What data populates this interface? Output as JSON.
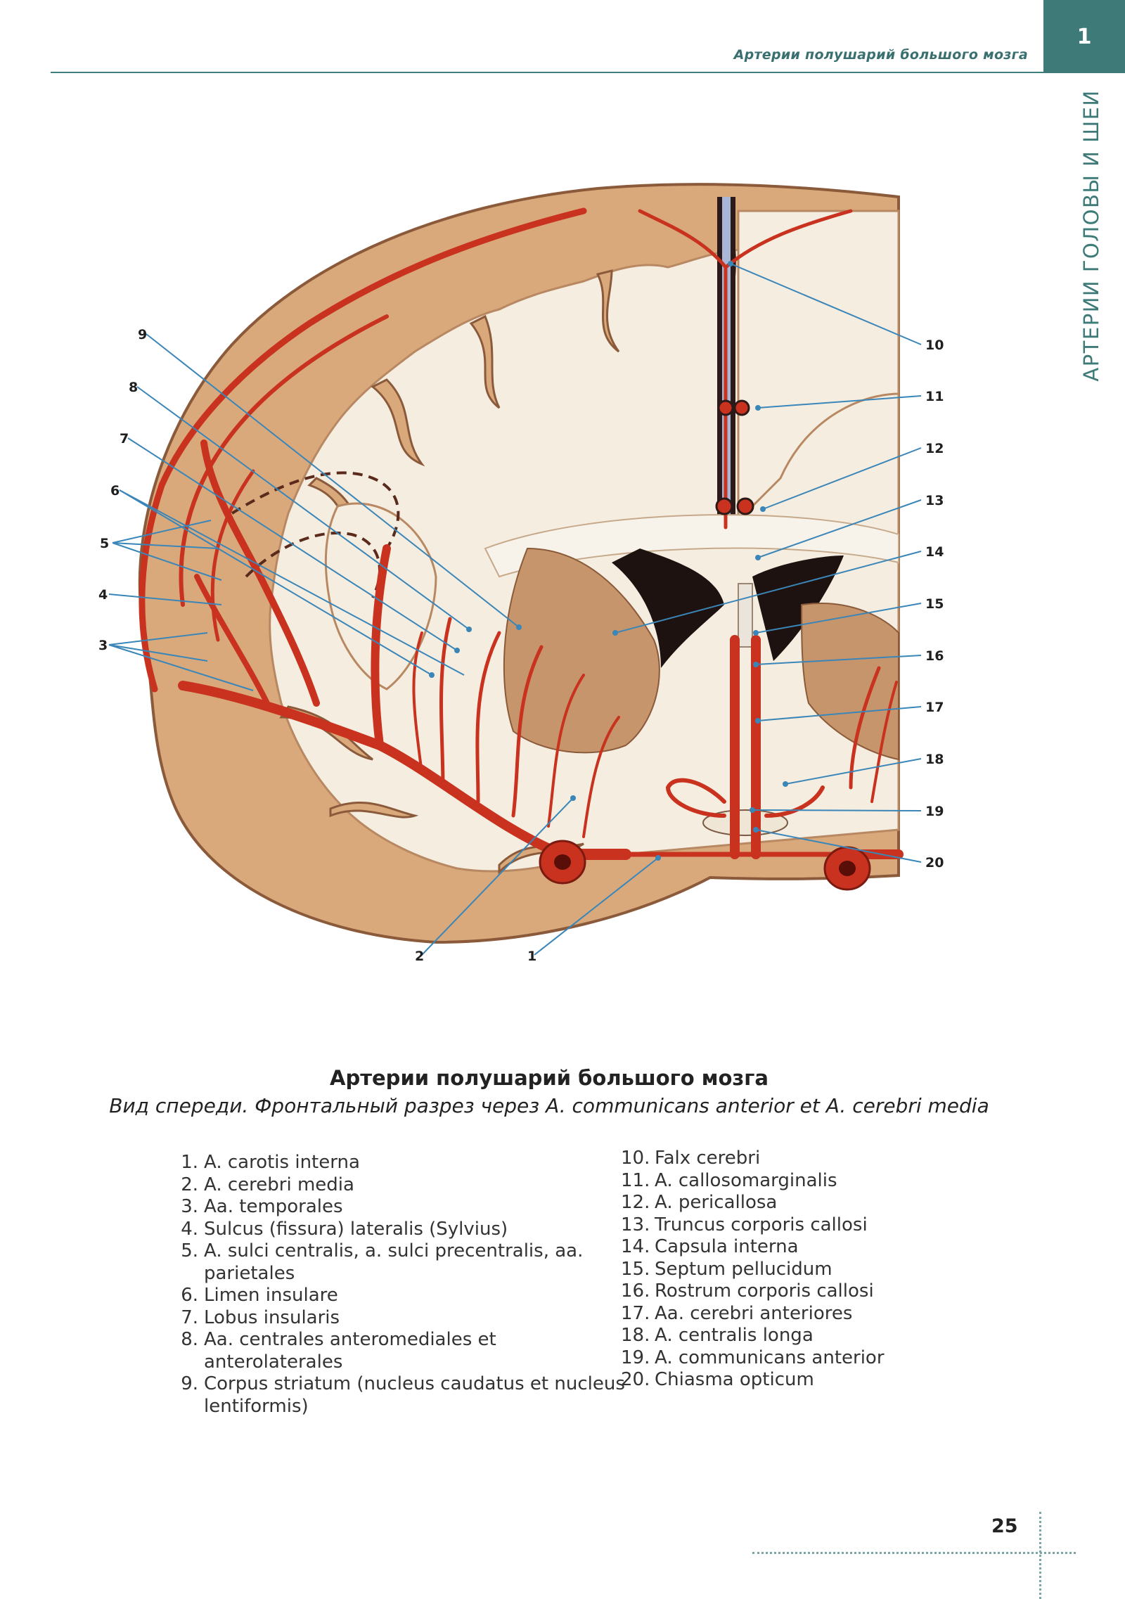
{
  "header": {
    "running_title": "Артерии полушарий большого мозга",
    "chapter_number": "1",
    "side_label": "АРТЕРИИ ГОЛОВЫ И ШЕИ"
  },
  "figure": {
    "callouts": [
      "1",
      "2",
      "3",
      "4",
      "5",
      "6",
      "7",
      "8",
      "9",
      "10",
      "11",
      "12",
      "13",
      "14",
      "15",
      "16",
      "17",
      "18",
      "19",
      "20"
    ]
  },
  "caption": {
    "title": "Артерии полушарий большого мозга",
    "subtitle": "Вид спереди. Фронтальный разрез через A. communicans anterior et A. cerebri media"
  },
  "legend": {
    "left": [
      {
        "num": "1.",
        "text": "A. carotis interna"
      },
      {
        "num": "2.",
        "text": "A. cerebri media"
      },
      {
        "num": "3.",
        "text": "Aa. temporales"
      },
      {
        "num": "4.",
        "text": "Sulcus (fissura) lateralis (Sylvius)"
      },
      {
        "num": "5.",
        "text": "A. sulci centralis, a. sulci precentralis, aa. parietales"
      },
      {
        "num": "6.",
        "text": "Limen insulare"
      },
      {
        "num": "7.",
        "text": "Lobus insularis"
      },
      {
        "num": "8.",
        "text": "Aa. centrales anteromediales et anterolaterales"
      },
      {
        "num": "9.",
        "text": "Corpus striatum (nucleus caudatus et nucleus lentiformis)"
      }
    ],
    "right": [
      {
        "num": "10.",
        "text": "Falx cerebri"
      },
      {
        "num": "11.",
        "text": "A. callosomarginalis"
      },
      {
        "num": "12.",
        "text": "A. pericallosa"
      },
      {
        "num": "13.",
        "text": "Truncus corporis callosi"
      },
      {
        "num": "14.",
        "text": "Capsula interna"
      },
      {
        "num": "15.",
        "text": "Septum pellucidum"
      },
      {
        "num": "16.",
        "text": "Rostrum corporis callosi"
      },
      {
        "num": "17.",
        "text": "Aa. cerebri anteriores"
      },
      {
        "num": "18.",
        "text": "A. centralis longa"
      },
      {
        "num": "19.",
        "text": "A. communicans anterior"
      },
      {
        "num": "20.",
        "text": "Chiasma opticum"
      }
    ]
  },
  "footer": {
    "page_number": "25"
  },
  "colors": {
    "accent": "#3d7a78",
    "artery": "#c8321e",
    "white_matter": "#f4ecdd",
    "gray_matter": "#c99a6e"
  }
}
